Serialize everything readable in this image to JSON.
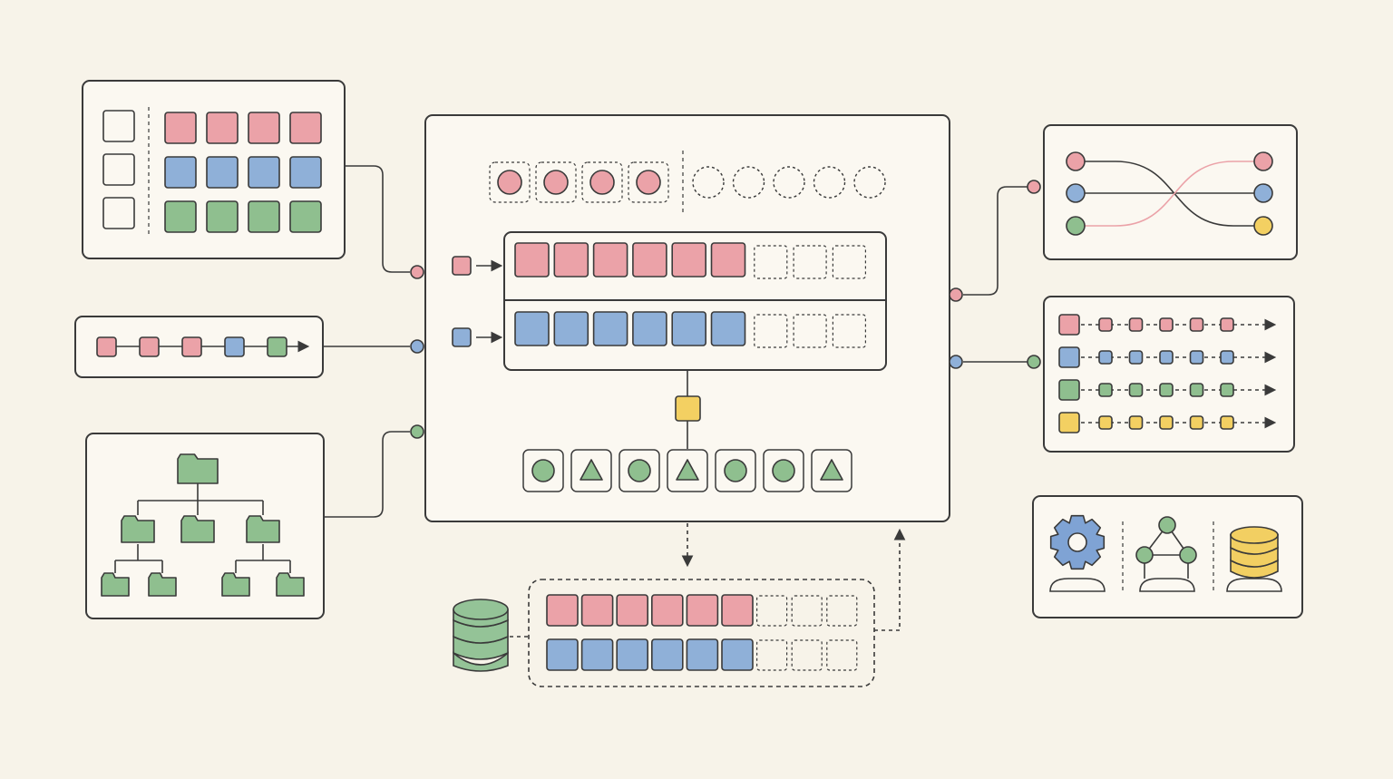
{
  "colors": {
    "background": "#f7f3e9",
    "panel_fill": "#fbf8f1",
    "stroke": "#3a3a3a",
    "pink": "#eba2a8",
    "blue": "#8fb0d8",
    "green": "#8fbf8f",
    "yellow": "#f3d062",
    "gear_blue": "#7fa3d4",
    "db_green": "#94c397",
    "db_yellow": "#f2cf62"
  },
  "grid_panel": {
    "rows": [
      "pink",
      "blue",
      "green"
    ],
    "cells_per_row": 4,
    "empty_slots": 3
  },
  "sequence_panel": {
    "squares": [
      "pink",
      "pink",
      "pink",
      "blue",
      "green"
    ]
  },
  "tree_panel": {
    "icons": [
      "folder-icon",
      "folder-icon",
      "folder-icon",
      "folder-icon",
      "folder-icon",
      "folder-icon",
      "folder-icon",
      "folder-icon"
    ]
  },
  "core": {
    "token_slots_filled": 4,
    "token_slots_empty": 5,
    "pink_row_filled": 6,
    "blue_row_filled": 6,
    "row_slots_total": 9,
    "shapes": [
      "circle",
      "triangle",
      "circle",
      "triangle",
      "circle",
      "circle",
      "triangle"
    ]
  },
  "storage": {
    "pink_filled": 6,
    "blue_filled": 6,
    "slots_total": 9,
    "icon": "database-icon"
  },
  "routing_panel": {
    "left": [
      "pink",
      "blue",
      "green"
    ],
    "right": [
      "pink",
      "blue",
      "yellow"
    ]
  },
  "streams_panel": {
    "rows": [
      "pink",
      "blue",
      "green",
      "yellow"
    ],
    "dots_per_row": 5
  },
  "tools_panel": {
    "icons": [
      "gear-icon",
      "network-graph-icon",
      "database-icon"
    ]
  }
}
